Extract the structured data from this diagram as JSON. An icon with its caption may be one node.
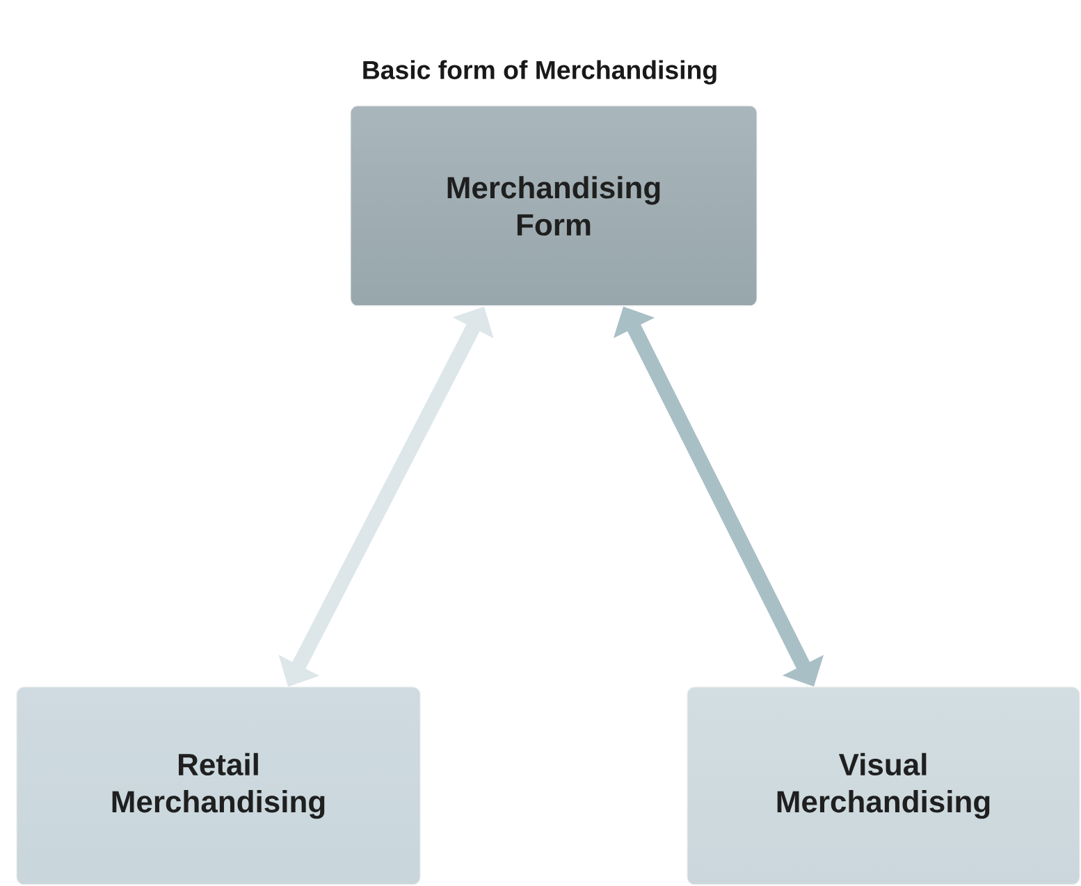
{
  "diagram": {
    "title": "Basic form of Merchandising",
    "nodes": [
      {
        "text": [
          "Merchandising Form"
        ]
      },
      {
        "text": [
          "Retail Merchandising"
        ]
      },
      {
        "text": [
          "Visual Merchandising"
        ]
      }
    ],
    "edges": [
      {
        "from": 0,
        "to": 1,
        "arrow": "both",
        "color": "#dde6e9"
      },
      {
        "from": 0,
        "to": 2,
        "arrow": "both",
        "color": "#a9bfc6"
      }
    ]
  }
}
